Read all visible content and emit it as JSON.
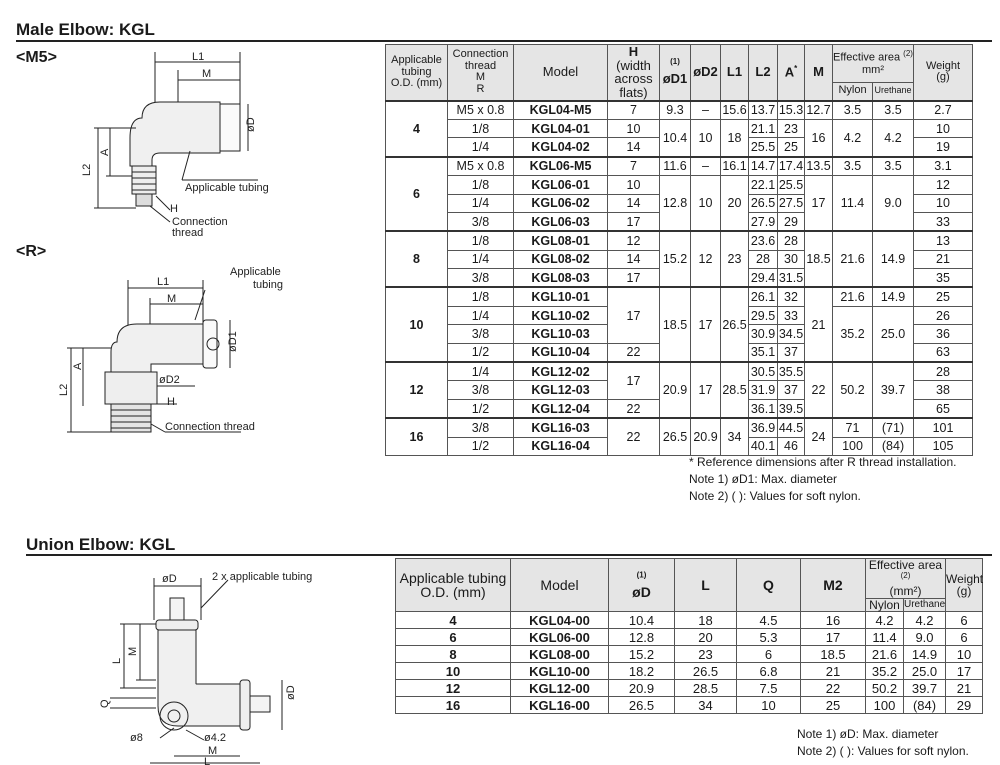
{
  "male_elbow": {
    "title": "Male Elbow: KGL",
    "variant_m5": "<M5>",
    "variant_r": "<R>",
    "m5_diagram": {
      "L1": "L1",
      "M": "M",
      "D": "øD",
      "A": "A",
      "L2": "L2",
      "tube": "Applicable tubing",
      "H": "H",
      "conn1": "Connection",
      "conn2": "thread"
    },
    "r_diagram": {
      "L1": "L1",
      "M": "M",
      "D1": "øD1",
      "D2": "øD2",
      "A": "A",
      "L2": "L2",
      "tube1": "Applicable",
      "tube2": "tubing",
      "H": "H",
      "conn": "Connection thread"
    },
    "table": {
      "headers": {
        "od": [
          "Applicable",
          "tubing",
          "O.D. (mm)"
        ],
        "thread": [
          "Connection",
          "thread",
          "M",
          "R"
        ],
        "model": "Model",
        "h": [
          "H",
          "(width",
          "across",
          "flats)"
        ],
        "d1": "øD1",
        "d1_note": "(1)",
        "d2": "øD2",
        "l1": "L1",
        "l2": "L2",
        "a": "A",
        "a_mark": "*",
        "m": "M",
        "area": "Effective area",
        "area_note": "(2)",
        "area_unit": "mm²",
        "nylon": "Nylon",
        "urethane": "Urethane",
        "weight": [
          "Weight",
          "(g)"
        ]
      },
      "groups": [
        {
          "od": "4",
          "rows": [
            {
              "thread": "M5 x 0.8",
              "model": "KGL04-M5",
              "h": "7",
              "d1": "9.3",
              "d2": "–",
              "l1": "15.6",
              "l2": "13.7",
              "a": "15.3",
              "m": "12.7",
              "nylon": "3.5",
              "urethane": "3.5",
              "weight": "2.7"
            },
            {
              "thread": "1/8",
              "model": "KGL04-01",
              "h": "10",
              "d1": "10.4",
              "d2": "10",
              "l1": "18",
              "l2": "21.1",
              "a": "23",
              "m": "16",
              "nylon": "4.2",
              "urethane": "4.2",
              "weight": "10"
            },
            {
              "thread": "1/4",
              "model": "KGL04-02",
              "h": "14",
              "d1": "10.4",
              "d2": "10",
              "l1": "18",
              "l2": "25.5",
              "a": "25",
              "m": "16",
              "nylon": "4.2",
              "urethane": "4.2",
              "weight": "19"
            }
          ]
        },
        {
          "od": "6",
          "rows": [
            {
              "thread": "M5 x 0.8",
              "model": "KGL06-M5",
              "h": "7",
              "d1": "11.6",
              "d2": "–",
              "l1": "16.1",
              "l2": "14.7",
              "a": "17.4",
              "m": "13.5",
              "nylon": "3.5",
              "urethane": "3.5",
              "weight": "3.1"
            },
            {
              "thread": "1/8",
              "model": "KGL06-01",
              "h": "10",
              "d1": "12.8",
              "d2": "10",
              "l1": "20",
              "l2": "22.1",
              "a": "25.5",
              "m": "17",
              "nylon": "11.4",
              "urethane": "9.0",
              "weight": "12"
            },
            {
              "thread": "1/4",
              "model": "KGL06-02",
              "h": "14",
              "d1": "12.8",
              "d2": "10",
              "l1": "20",
              "l2": "26.5",
              "a": "27.5",
              "m": "17",
              "nylon": "11.4",
              "urethane": "9.0",
              "weight": "10"
            },
            {
              "thread": "3/8",
              "model": "KGL06-03",
              "h": "17",
              "d1": "12.8",
              "d2": "10",
              "l1": "20",
              "l2": "27.9",
              "a": "29",
              "m": "17",
              "nylon": "11.4",
              "urethane": "9.0",
              "weight": "33"
            }
          ]
        },
        {
          "od": "8",
          "rows": [
            {
              "thread": "1/8",
              "model": "KGL08-01",
              "h": "12",
              "d1": "15.2",
              "d2": "12",
              "l1": "23",
              "l2": "23.6",
              "a": "28",
              "m": "18.5",
              "nylon": "21.6",
              "urethane": "14.9",
              "weight": "13"
            },
            {
              "thread": "1/4",
              "model": "KGL08-02",
              "h": "14",
              "d1": "15.2",
              "d2": "12",
              "l1": "23",
              "l2": "28",
              "a": "30",
              "m": "18.5",
              "nylon": "21.6",
              "urethane": "14.9",
              "weight": "21"
            },
            {
              "thread": "3/8",
              "model": "KGL08-03",
              "h": "17",
              "d1": "15.2",
              "d2": "12",
              "l1": "23",
              "l2": "29.4",
              "a": "31.5",
              "m": "18.5",
              "nylon": "21.6",
              "urethane": "14.9",
              "weight": "35"
            }
          ]
        },
        {
          "od": "10",
          "rows": [
            {
              "thread": "1/8",
              "model": "KGL10-01",
              "h": "17",
              "d1": "18.5",
              "d2": "17",
              "l1": "26.5",
              "l2": "26.1",
              "a": "32",
              "m": "21",
              "nylon": "21.6",
              "urethane": "14.9",
              "weight": "25"
            },
            {
              "thread": "1/4",
              "model": "KGL10-02",
              "h": "17",
              "d1": "18.5",
              "d2": "17",
              "l1": "26.5",
              "l2": "29.5",
              "a": "33",
              "m": "21",
              "nylon": "35.2",
              "urethane": "25.0",
              "weight": "26"
            },
            {
              "thread": "3/8",
              "model": "KGL10-03",
              "h": "17",
              "d1": "18.5",
              "d2": "17",
              "l1": "26.5",
              "l2": "30.9",
              "a": "34.5",
              "m": "21",
              "nylon": "35.2",
              "urethane": "25.0",
              "weight": "36"
            },
            {
              "thread": "1/2",
              "model": "KGL10-04",
              "h": "22",
              "d1": "18.5",
              "d2": "17",
              "l1": "26.5",
              "l2": "35.1",
              "a": "37",
              "m": "21",
              "nylon": "35.2",
              "urethane": "25.0",
              "weight": "63"
            }
          ]
        },
        {
          "od": "12",
          "rows": [
            {
              "thread": "1/4",
              "model": "KGL12-02",
              "h": "17",
              "d1": "20.9",
              "d2": "17",
              "l1": "28.5",
              "l2": "30.5",
              "a": "35.5",
              "m": "22",
              "nylon": "50.2",
              "urethane": "39.7",
              "weight": "28"
            },
            {
              "thread": "3/8",
              "model": "KGL12-03",
              "h": "17",
              "d1": "20.9",
              "d2": "17",
              "l1": "28.5",
              "l2": "31.9",
              "a": "37",
              "m": "22",
              "nylon": "50.2",
              "urethane": "39.7",
              "weight": "38"
            },
            {
              "thread": "1/2",
              "model": "KGL12-04",
              "h": "22",
              "d1": "20.9",
              "d2": "17",
              "l1": "28.5",
              "l2": "36.1",
              "a": "39.5",
              "m": "22",
              "nylon": "50.2",
              "urethane": "39.7",
              "weight": "65"
            }
          ]
        },
        {
          "od": "16",
          "rows": [
            {
              "thread": "3/8",
              "model": "KGL16-03",
              "h": "22",
              "d1": "26.5",
              "d2": "20.9",
              "l1": "34",
              "l2": "36.9",
              "a": "44.5",
              "m": "24",
              "nylon": "71",
              "urethane": "(71)",
              "weight": "101"
            },
            {
              "thread": "1/2",
              "model": "KGL16-04",
              "h": "22",
              "d1": "26.5",
              "d2": "20.9",
              "l1": "34",
              "l2": "40.1",
              "a": "46",
              "m": "24",
              "nylon": "100",
              "urethane": "(84)",
              "weight": "105"
            }
          ]
        }
      ]
    },
    "notes": [
      "* Reference dimensions after R thread installation.",
      "Note 1) øD1: Max. diameter",
      "Note 2) ( ): Values for soft nylon."
    ]
  },
  "union_elbow": {
    "title": "Union Elbow: KGL",
    "diagram": {
      "D": "øD",
      "tube": "2 x applicable tubing",
      "M": "M",
      "L": "L",
      "Q": "Q",
      "D_right": "øD",
      "phi8": "ø8",
      "phi42": "ø4.2",
      "M_bottom": "M",
      "L_bottom": "L"
    },
    "table": {
      "headers": {
        "od": [
          "Applicable tubing",
          "O.D. (mm)"
        ],
        "model": "Model",
        "d": "øD",
        "d_note": "(1)",
        "l": "L",
        "q": "Q",
        "m2": "M2",
        "area": "Effective area",
        "area_note": "(2)",
        "area_unit": "(mm²)",
        "nylon": "Nylon",
        "urethane": "Urethane",
        "weight": [
          "Weight",
          "(g)"
        ]
      },
      "rows": [
        {
          "od": "4",
          "model": "KGL04-00",
          "d": "10.4",
          "l": "18",
          "q": "4.5",
          "m2": "16",
          "nylon": "4.2",
          "urethane": "4.2",
          "weight": "6"
        },
        {
          "od": "6",
          "model": "KGL06-00",
          "d": "12.8",
          "l": "20",
          "q": "5.3",
          "m2": "17",
          "nylon": "11.4",
          "urethane": "9.0",
          "weight": "6"
        },
        {
          "od": "8",
          "model": "KGL08-00",
          "d": "15.2",
          "l": "23",
          "q": "6",
          "m2": "18.5",
          "nylon": "21.6",
          "urethane": "14.9",
          "weight": "10"
        },
        {
          "od": "10",
          "model": "KGL10-00",
          "d": "18.2",
          "l": "26.5",
          "q": "6.8",
          "m2": "21",
          "nylon": "35.2",
          "urethane": "25.0",
          "weight": "17"
        },
        {
          "od": "12",
          "model": "KGL12-00",
          "d": "20.9",
          "l": "28.5",
          "q": "7.5",
          "m2": "22",
          "nylon": "50.2",
          "urethane": "39.7",
          "weight": "21"
        },
        {
          "od": "16",
          "model": "KGL16-00",
          "d": "26.5",
          "l": "34",
          "q": "10",
          "m2": "25",
          "nylon": "100",
          "urethane": "(84)",
          "weight": "29"
        }
      ]
    },
    "notes": [
      "Note 1) øD: Max. diameter",
      "Note 2) ( ): Values for soft nylon."
    ]
  }
}
